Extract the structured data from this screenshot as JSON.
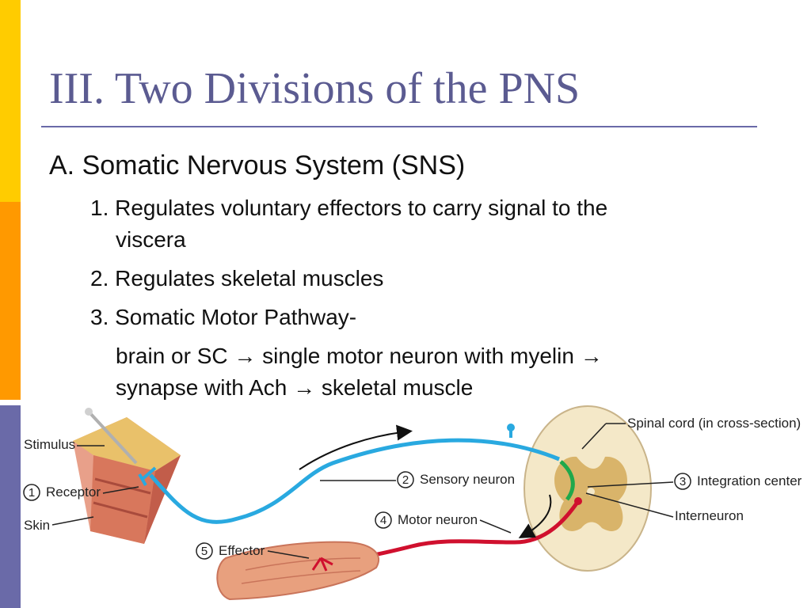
{
  "slide": {
    "title": "III. Two Divisions of the PNS",
    "heading": "A. Somatic Nervous System (SNS)",
    "items": [
      "1. Regulates voluntary effectors to carry signal to the",
      "viscera",
      "2. Regulates skeletal muscles",
      "3. Somatic Motor Pathway-",
      "brain or SC → single motor neuron with myelin →",
      "synapse with Ach → skeletal muscle"
    ]
  },
  "diagram": {
    "labels": {
      "stimulus": "Stimulus",
      "receptor": "Receptor",
      "skin": "Skin",
      "effector": "Effector",
      "sensory_neuron": "Sensory neuron",
      "motor_neuron": "Motor neuron",
      "spinal_cord": "Spinal cord (in cross-section)",
      "integration_center": "Integration center",
      "interneuron": "Interneuron"
    },
    "numbers": {
      "receptor": "1",
      "sensory": "2",
      "integration": "3",
      "motor": "4",
      "effector": "5"
    },
    "colors": {
      "sensory": "#29a9e0",
      "motor": "#d0102e",
      "interneuron": "#1fa84b",
      "gray_matter": "#d9b46a",
      "cord": "#f4e8c8"
    }
  }
}
